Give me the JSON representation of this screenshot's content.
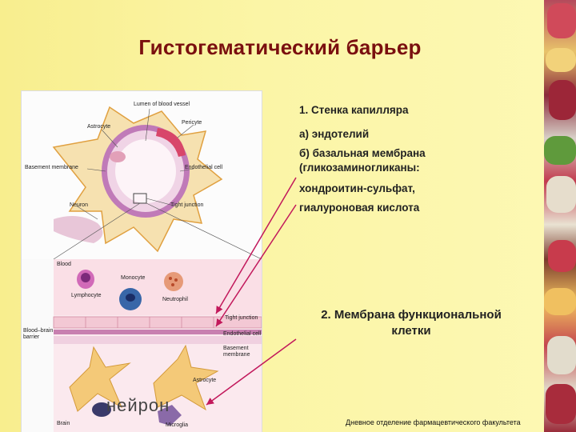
{
  "slide": {
    "title": "Гистогематический барьер",
    "section1": {
      "heading": "1. Стенка капилляра",
      "item_a": "а) эндотелий",
      "item_b": "б) базальная мембрана",
      "item_b_detail": "(гликозаминогликаны:",
      "item_b_detail2": "хондроитин-сульфат,",
      "item_b_detail3": "гиалуроновая кислота"
    },
    "section2": {
      "line1": "2. Мембрана функциональной",
      "line2": "клетки"
    },
    "footer": "Дневное отделение фармацевтического факультета"
  },
  "figure": {
    "labels": {
      "lumen": "Lumen of blood vessel",
      "astrocyte_top": "Astrocyte",
      "pericyte": "Pericyte",
      "basement_top": "Basement membrane",
      "endothelial_top": "Endothelial cell",
      "neuron": "Neuron",
      "tight_top": "Tight junction",
      "blood": "Blood",
      "monocyte": "Monocyte",
      "lymphocyte": "Lymphocyte",
      "neutrophil": "Neutrophil",
      "tight_bottom": "Tight junction",
      "bbb": "Blood–brain",
      "bbb2": "barrier",
      "endothelial_bottom": "Endothelial cell",
      "basement_bottom": "Basement",
      "basement_bottom2": "membrane",
      "astrocyte_bottom": "Astrocyte",
      "brain": "Brain",
      "microglia": "Microglia",
      "overlay": "нейрон"
    }
  },
  "colors": {
    "title": "#7a0f0f",
    "arrow": "#c2185b",
    "background": "#faf29a"
  }
}
